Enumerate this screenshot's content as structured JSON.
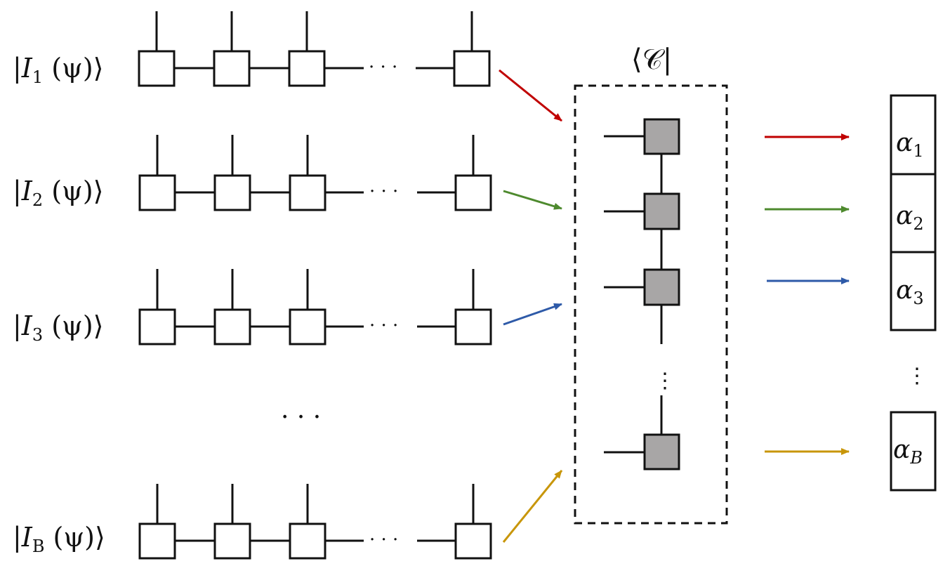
{
  "rows": [
    {
      "ket": "|I",
      "subscript": "1",
      "arg": " (ψ)⟩",
      "arrow_color": "#c00000",
      "alpha": "α",
      "alpha_sub": "1"
    },
    {
      "ket": "|I",
      "subscript": "2",
      "arg": " (ψ)⟩",
      "arrow_color": "#4e8a2e",
      "alpha": "α",
      "alpha_sub": "2"
    },
    {
      "ket": "|I",
      "subscript": "3",
      "arg": " (ψ)⟩",
      "arrow_color": "#2e5aa8",
      "alpha": "α",
      "alpha_sub": "3"
    },
    {
      "ket": "|I",
      "subscript": "B",
      "arg": " (ψ)⟩",
      "arrow_color": "#c8960a",
      "alpha": "α",
      "alpha_sub": "B"
    }
  ],
  "bra_label": "⟨𝒞|",
  "ellipsis_h": "· · ·",
  "ellipsis_mid": "· · ·",
  "ellipsis_v": "⋮",
  "colors": {
    "line": "#111111",
    "gray_tensor": "#a8a6a6",
    "box_fill": "#ffffff"
  }
}
